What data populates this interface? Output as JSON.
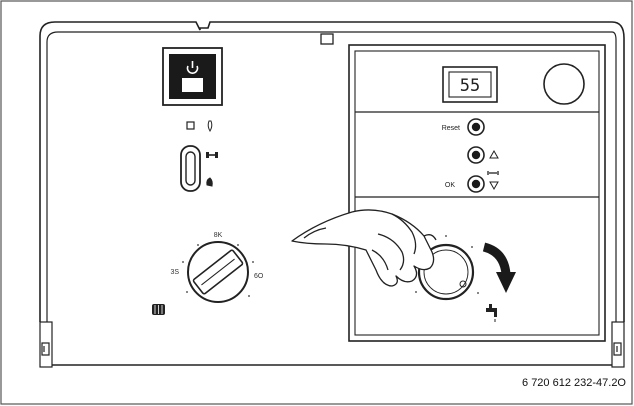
{
  "figure_reference": "6 720 612 232-47.2O",
  "display": {
    "value": "55"
  },
  "buttons": {
    "reset_label": "Reset",
    "ok_label": "OK"
  },
  "left_dial": {
    "ticks": [
      "8K",
      "3S",
      "6O"
    ]
  }
}
